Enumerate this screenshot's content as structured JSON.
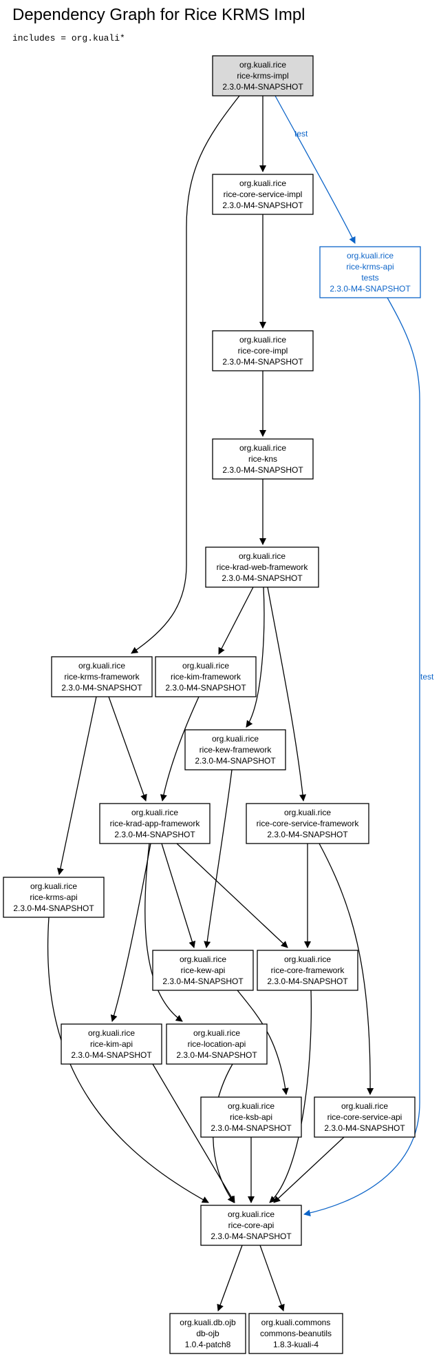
{
  "title": "Dependency Graph for Rice KRMS Impl",
  "subtitle": "includes = org.kuali*",
  "colors": {
    "node_border": "#000000",
    "root_fill": "#d9d9d9",
    "test_scope": "#0c64c8",
    "edge": "#000000"
  },
  "nodes": [
    {
      "id": "rice-krms-impl",
      "lines": [
        "org.kuali.rice",
        "rice-krms-impl",
        "2.3.0-M4-SNAPSHOT"
      ],
      "root": true
    },
    {
      "id": "rice-core-service-impl",
      "lines": [
        "org.kuali.rice",
        "rice-core-service-impl",
        "2.3.0-M4-SNAPSHOT"
      ]
    },
    {
      "id": "rice-krms-api-tests",
      "lines": [
        "org.kuali.rice",
        "rice-krms-api",
        "tests",
        "2.3.0-M4-SNAPSHOT"
      ],
      "test": true
    },
    {
      "id": "rice-core-impl",
      "lines": [
        "org.kuali.rice",
        "rice-core-impl",
        "2.3.0-M4-SNAPSHOT"
      ]
    },
    {
      "id": "rice-kns",
      "lines": [
        "org.kuali.rice",
        "rice-kns",
        "2.3.0-M4-SNAPSHOT"
      ]
    },
    {
      "id": "rice-krad-web-framework",
      "lines": [
        "org.kuali.rice",
        "rice-krad-web-framework",
        "2.3.0-M4-SNAPSHOT"
      ]
    },
    {
      "id": "rice-krms-framework",
      "lines": [
        "org.kuali.rice",
        "rice-krms-framework",
        "2.3.0-M4-SNAPSHOT"
      ]
    },
    {
      "id": "rice-kim-framework",
      "lines": [
        "org.kuali.rice",
        "rice-kim-framework",
        "2.3.0-M4-SNAPSHOT"
      ]
    },
    {
      "id": "rice-kew-framework",
      "lines": [
        "org.kuali.rice",
        "rice-kew-framework",
        "2.3.0-M4-SNAPSHOT"
      ]
    },
    {
      "id": "rice-krad-app-framework",
      "lines": [
        "org.kuali.rice",
        "rice-krad-app-framework",
        "2.3.0-M4-SNAPSHOT"
      ]
    },
    {
      "id": "rice-core-service-framework",
      "lines": [
        "org.kuali.rice",
        "rice-core-service-framework",
        "2.3.0-M4-SNAPSHOT"
      ]
    },
    {
      "id": "rice-krms-api",
      "lines": [
        "org.kuali.rice",
        "rice-krms-api",
        "2.3.0-M4-SNAPSHOT"
      ]
    },
    {
      "id": "rice-kew-api",
      "lines": [
        "org.kuali.rice",
        "rice-kew-api",
        "2.3.0-M4-SNAPSHOT"
      ]
    },
    {
      "id": "rice-core-framework",
      "lines": [
        "org.kuali.rice",
        "rice-core-framework",
        "2.3.0-M4-SNAPSHOT"
      ]
    },
    {
      "id": "rice-kim-api",
      "lines": [
        "org.kuali.rice",
        "rice-kim-api",
        "2.3.0-M4-SNAPSHOT"
      ]
    },
    {
      "id": "rice-location-api",
      "lines": [
        "org.kuali.rice",
        "rice-location-api",
        "2.3.0-M4-SNAPSHOT"
      ]
    },
    {
      "id": "rice-ksb-api",
      "lines": [
        "org.kuali.rice",
        "rice-ksb-api",
        "2.3.0-M4-SNAPSHOT"
      ]
    },
    {
      "id": "rice-core-service-api",
      "lines": [
        "org.kuali.rice",
        "rice-core-service-api",
        "2.3.0-M4-SNAPSHOT"
      ]
    },
    {
      "id": "rice-core-api",
      "lines": [
        "org.kuali.rice",
        "rice-core-api",
        "2.3.0-M4-SNAPSHOT"
      ]
    },
    {
      "id": "db-ojb",
      "lines": [
        "org.kuali.db.ojb",
        "db-ojb",
        "1.0.4-patch8"
      ]
    },
    {
      "id": "commons-beanutils",
      "lines": [
        "org.kuali.commons",
        "commons-beanutils",
        "1.8.3-kuali-4"
      ]
    }
  ],
  "edges": [
    {
      "from": "rice-krms-impl",
      "to": "rice-core-service-impl"
    },
    {
      "from": "rice-krms-impl",
      "to": "rice-krms-api-tests",
      "label": "test",
      "test": true
    },
    {
      "from": "rice-krms-impl",
      "to": "rice-krms-framework"
    },
    {
      "from": "rice-core-service-impl",
      "to": "rice-core-impl"
    },
    {
      "from": "rice-core-impl",
      "to": "rice-kns"
    },
    {
      "from": "rice-kns",
      "to": "rice-krad-web-framework"
    },
    {
      "from": "rice-krad-web-framework",
      "to": "rice-kim-framework"
    },
    {
      "from": "rice-krad-web-framework",
      "to": "rice-kew-framework"
    },
    {
      "from": "rice-krad-web-framework",
      "to": "rice-core-service-framework"
    },
    {
      "from": "rice-krms-framework",
      "to": "rice-krad-app-framework"
    },
    {
      "from": "rice-krms-framework",
      "to": "rice-krms-api"
    },
    {
      "from": "rice-kim-framework",
      "to": "rice-krad-app-framework"
    },
    {
      "from": "rice-kew-framework",
      "to": "rice-kew-api"
    },
    {
      "from": "rice-krad-app-framework",
      "to": "rice-kew-api"
    },
    {
      "from": "rice-krad-app-framework",
      "to": "rice-core-framework"
    },
    {
      "from": "rice-krad-app-framework",
      "to": "rice-kim-api"
    },
    {
      "from": "rice-krad-app-framework",
      "to": "rice-location-api"
    },
    {
      "from": "rice-core-service-framework",
      "to": "rice-core-framework"
    },
    {
      "from": "rice-core-service-framework",
      "to": "rice-core-service-api"
    },
    {
      "from": "rice-kew-api",
      "to": "rice-ksb-api"
    },
    {
      "from": "rice-krms-api",
      "to": "rice-core-api"
    },
    {
      "from": "rice-core-framework",
      "to": "rice-core-api"
    },
    {
      "from": "rice-kim-api",
      "to": "rice-core-api"
    },
    {
      "from": "rice-location-api",
      "to": "rice-core-api"
    },
    {
      "from": "rice-ksb-api",
      "to": "rice-core-api"
    },
    {
      "from": "rice-core-service-api",
      "to": "rice-core-api"
    },
    {
      "from": "rice-krms-api-tests",
      "to": "rice-core-api",
      "label": "test",
      "test": true
    },
    {
      "from": "rice-core-api",
      "to": "db-ojb"
    },
    {
      "from": "rice-core-api",
      "to": "commons-beanutils"
    }
  ]
}
